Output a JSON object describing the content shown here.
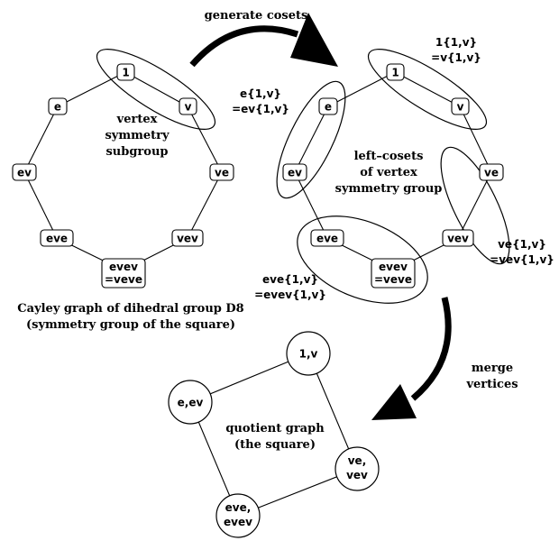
{
  "arrows": {
    "generate": "generate cosets",
    "merge": [
      "merge",
      "vertices"
    ]
  },
  "left_graph": {
    "nodes": [
      "1",
      "v",
      "e",
      "ve",
      "ev",
      "vev",
      "eve",
      "evev",
      "=veve"
    ],
    "subgroup_label": [
      "vertex",
      "symmetry",
      "subgroup"
    ],
    "caption": [
      "Cayley graph of dihedral group D8",
      "(symmetry group of the square)"
    ]
  },
  "right_graph": {
    "nodes": [
      "1",
      "v",
      "e",
      "ve",
      "ev",
      "vev",
      "eve",
      "evev",
      "=veve"
    ],
    "center_label": [
      "left–cosets",
      "of vertex",
      "symmetry group"
    ],
    "coset_labels": {
      "one": [
        "1{1,v}",
        "=v{1,v}"
      ],
      "e": [
        "e{1,v}",
        "=ev{1,v}"
      ],
      "ve": [
        "ve{1,v}",
        "=vev{1,v}"
      ],
      "eve": [
        "eve{1,v}",
        "=evev{1,v}"
      ]
    }
  },
  "quotient": {
    "nodes": [
      [
        "1,v"
      ],
      [
        "e,ev"
      ],
      [
        "ve,",
        "vev"
      ],
      [
        "eve,",
        "evev"
      ]
    ],
    "label": [
      "quotient graph",
      "(the square)"
    ]
  }
}
